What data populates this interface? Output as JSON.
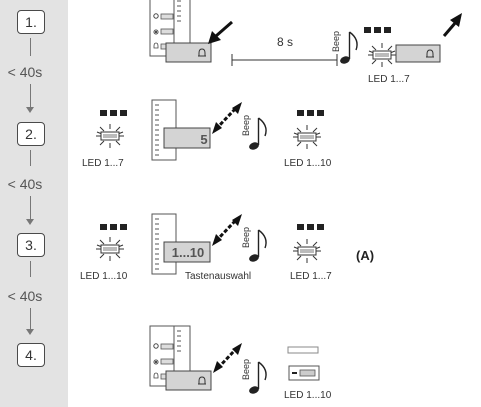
{
  "steps": [
    "1.",
    "2.",
    "3.",
    "4."
  ],
  "interval_label": "< 40s",
  "timer_label": "8 s",
  "beep_label": "Beep",
  "key_number": "5",
  "key_range": "1...10",
  "key_selection_label": "Tastenauswahl",
  "led_range_1_7": "LED 1...7",
  "led_range_1_10": "LED 1...10",
  "annotation": "(A)",
  "colors": {
    "sidebar": "#e3e3e3",
    "line": "#333333",
    "key_fill": "#d4d4d4"
  }
}
